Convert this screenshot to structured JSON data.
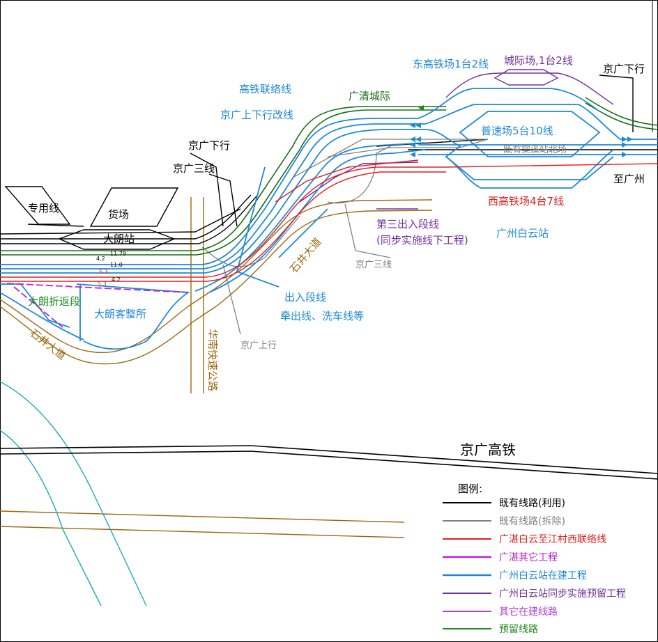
{
  "labels": {
    "dongGaotie": "东高铁场1台2线",
    "chengji": "城际场,1台2线",
    "jingguangXiaxingNE": "京广下行",
    "guangqing": "广清城际",
    "gaotieLianluo": "高铁联络线",
    "jingguangGaixian": "京广上下行改线",
    "jingguangXiaxingW": "京广下行",
    "jingguangSanxian": "京广三线",
    "zhuanyongxian": "专用线",
    "huochang": "货场",
    "dalangStation": "大朗站",
    "pusu": "普速场5台10线",
    "tangxiNorth": "既有棠溪站北场",
    "zhiGuangzhou": "至广州",
    "xiGaotie": "西高铁场4台7线",
    "baiyunStation": "广州白云站",
    "disanChuru": "第三出入段线",
    "tongbu": "(同步实施线下工程)",
    "jingguangSanxian2": "京广三线",
    "shijingNE": "石井大道",
    "churuDuan": "出入段线",
    "qianchu": "牵出线、洗车线等",
    "dalangZhefan": "大朗折返段",
    "dalangKezheng": "大朗客整所",
    "jingguangShangxing": "京广上行",
    "huanan": "华南快速公路",
    "shijingSW": "石井大道",
    "jinggaoTie": "京广高铁"
  },
  "numbers": {
    "n1": "11.79",
    "n2": "4.2",
    "n3": "11.0",
    "n4": "5.3",
    "n5": "4.2",
    "n6": "5.3"
  },
  "legend": {
    "title": "图例:",
    "items": [
      {
        "label": "既有线路(利用)",
        "color": "#000000"
      },
      {
        "label": "既有线路(拆除)",
        "color": "#808080"
      },
      {
        "label": "广湛白云至江村西联络线",
        "color": "#e02020"
      },
      {
        "label": "广湛其它工程",
        "color": "#c020d0"
      },
      {
        "label": "广州白云站在建工程",
        "color": "#1e88d8"
      },
      {
        "label": "广州白云站同步实施预留工程",
        "color": "#7030a0"
      },
      {
        "label": "其它在建线路",
        "color": "#b040d8"
      },
      {
        "label": "预留线路",
        "color": "#1a8a1a"
      }
    ]
  },
  "colors": {
    "existing": "#000000",
    "removed": "#808080",
    "red": "#e02020",
    "magenta": "#c020d0",
    "blue": "#1e88d8",
    "purple": "#7030a0",
    "green": "#1a6e1a",
    "road": "#9a6a10",
    "cyan": "#20a8b8"
  }
}
